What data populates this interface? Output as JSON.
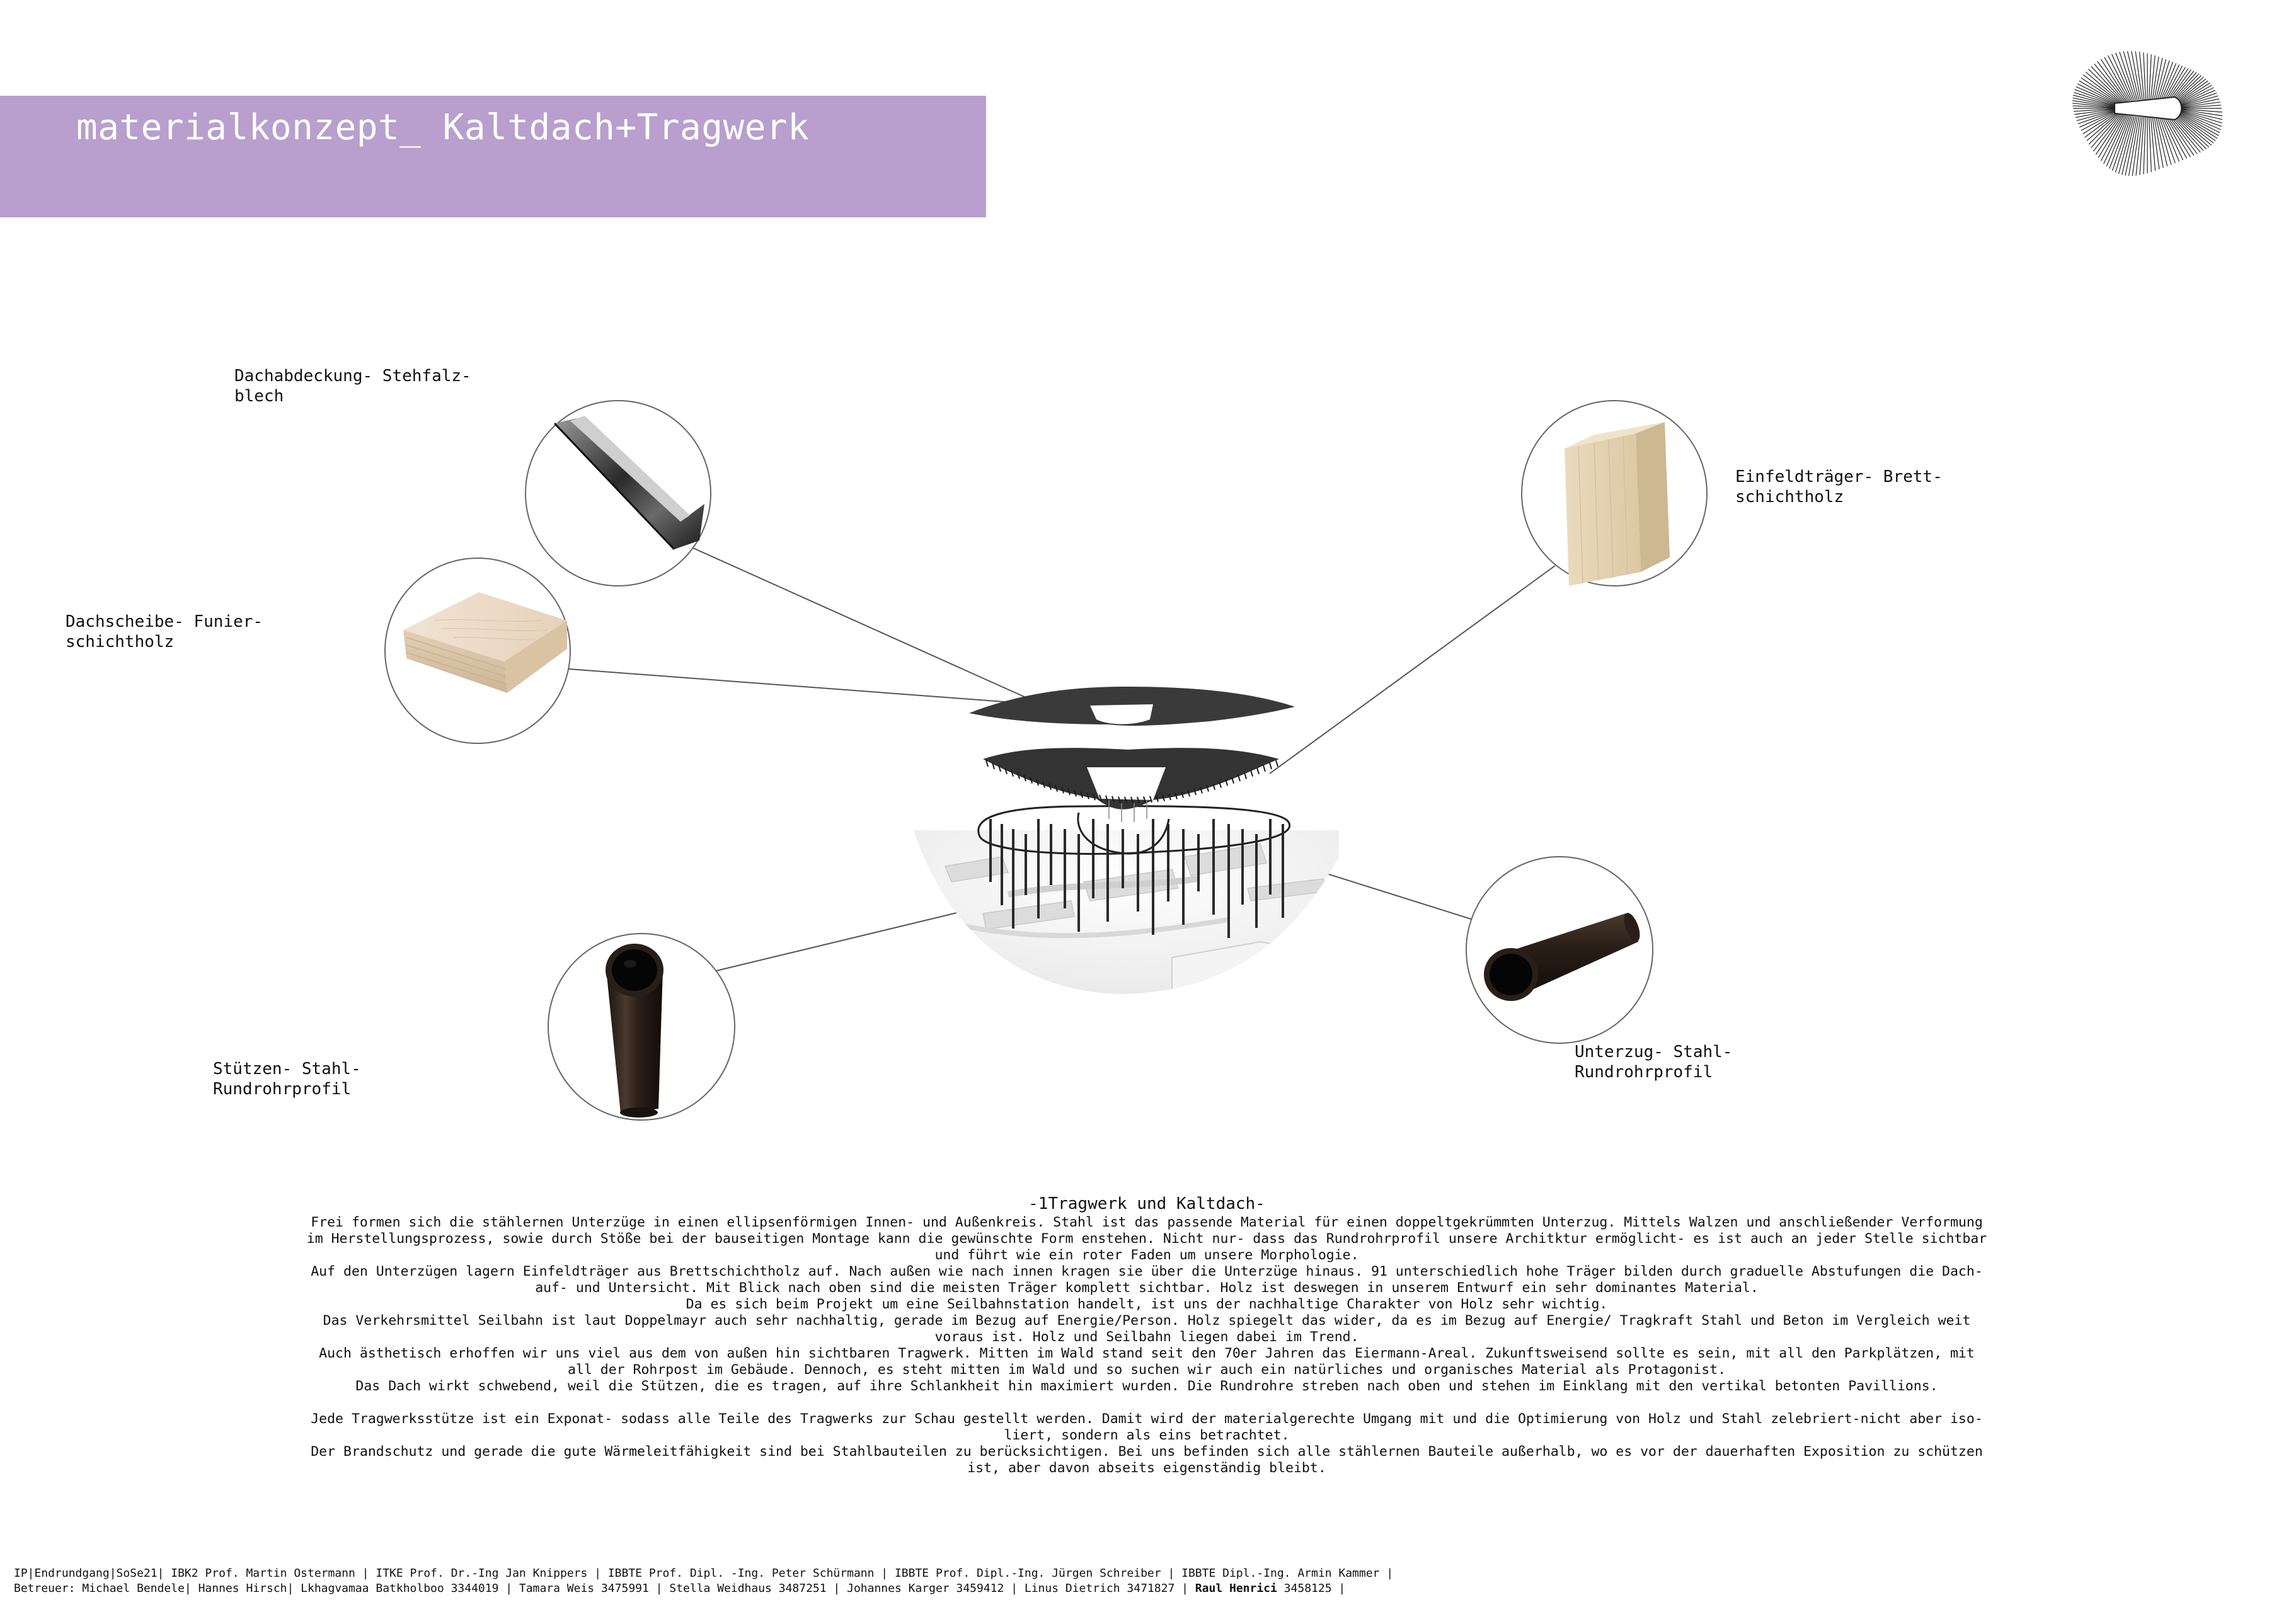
{
  "header": {
    "title": "materialkonzept_ Kaltdach+Tragwerk"
  },
  "materials": [
    {
      "id": "dachabdeckung",
      "lines": [
        "Dachabdeckung- Stehfalz-",
        "blech"
      ],
      "icon": "standing-seam-metal-sheet"
    },
    {
      "id": "dachscheibe",
      "lines": [
        "Dachscheibe- Funier-",
        "schichtholz"
      ],
      "icon": "veneer-plywood-board"
    },
    {
      "id": "einfeldtraeger",
      "lines": [
        "Einfeldträger- Brett-",
        "schichtholz"
      ],
      "icon": "glulam-beam"
    },
    {
      "id": "stuetzen",
      "lines": [
        "Stützen- Stahl-",
        "Rundrohrprofil"
      ],
      "icon": "steel-tube-vertical"
    },
    {
      "id": "unterzug",
      "lines": [
        "Unterzug- Stahl-",
        "Rundrohrprofil"
      ],
      "icon": "steel-tube-horizontal"
    }
  ],
  "description": {
    "title": "-1Tragwerk und Kaltdach-",
    "lines": [
      "Frei formen sich die stählernen Unterzüge in einen ellipsenförmigen Innen- und Außenkreis. Stahl ist das passende Material für einen doppeltgekrümmten Unterzug. Mittels Walzen und anschließender Verformung",
      "im Herstellungsprozess, sowie durch Stöße bei der bauseitigen Montage kann die gewünschte Form enstehen. Nicht nur- dass das Rundrohrprofil unsere Architktur ermöglicht- es ist auch an jeder Stelle sichtbar",
      "und führt wie ein roter Faden um unsere Morphologie.",
      "Auf den Unterzügen lagern Einfeldträger aus Brettschichtholz auf. Nach außen wie nach innen kragen sie über die Unterzüge hinaus. 91 unterschiedlich hohe Träger bilden durch graduelle Abstufungen die Dach-",
      "auf- und Untersicht. Mit Blick nach oben sind die meisten Träger komplett sichtbar.  Holz ist deswegen in unserem Entwurf ein sehr dominantes Material.",
      "Da es sich beim Projekt um eine Seilbahnstation handelt, ist uns der nachhaltige Charakter von Holz sehr wichtig.",
      "Das Verkehrsmittel Seilbahn ist laut Doppelmayr auch sehr nachhaltig, gerade im Bezug auf Energie/Person. Holz spiegelt das wider, da es im Bezug auf Energie/ Tragkraft Stahl und Beton im Vergleich weit",
      "voraus ist. Holz und Seilbahn liegen dabei im Trend.",
      "Auch ästhetisch erhoffen wir uns viel aus dem von außen hin sichtbaren Tragwerk. Mitten im Wald stand seit den 70er Jahren das Eiermann-Areal. Zukunftsweisend sollte es sein, mit all den Parkplätzen, mit",
      "all der Rohrpost im Gebäude. Dennoch, es steht mitten im Wald und so suchen wir auch ein natürliches und organisches Material als Protagonist.",
      "Das Dach wirkt schwebend, weil die Stützen, die es tragen, auf ihre Schlankheit hin maximiert wurden. Die Rundrohre streben nach oben und stehen im Einklang mit den vertikal betonten Pavillions.",
      "",
      "Jede Tragwerksstütze ist ein Exponat- sodass alle Teile des Tragwerks zur Schau gestellt werden. Damit wird der materialgerechte Umgang mit und die Optimierung von Holz und Stahl zelebriert-nicht aber iso-",
      "liert, sondern als eins betrachtet.",
      "Der Brandschutz und gerade die gute Wärmeleitfähigkeit sind bei Stahlbauteilen zu berücksichtigen. Bei uns befinden sich alle stählernen Bauteile außerhalb, wo es vor der dauerhaften Exposition zu schützen",
      "ist, aber davon abseits eigenständig bleibt."
    ]
  },
  "footer": {
    "line1": "IP|Endrundgang|SoSe21| IBK2 Prof. Martin Ostermann | ITKE Prof. Dr.-Ing Jan Knippers | IBBTE Prof. Dipl. -Ing. Peter Schürmann | IBBTE Prof. Dipl.-Ing. Jürgen Schreiber | IBBTE Dipl.-Ing. Armin Kammer |",
    "line2_prefix": "Betreuer: Michael Bendele| Hannes Hirsch| Lkhagvamaa Batkholboo 3344019 | Tamara Weis 3475991 | Stella Weidhaus 3487251 | Johannes Karger 3459412 | Linus Dietrich 3471827 | ",
    "line2_bold": "Raul Henrici",
    "line2_suffix": " 3458125 |"
  },
  "colors": {
    "banner": "#b89fcd",
    "roof": "#3a3a3a",
    "leader_lines": "#555555"
  }
}
